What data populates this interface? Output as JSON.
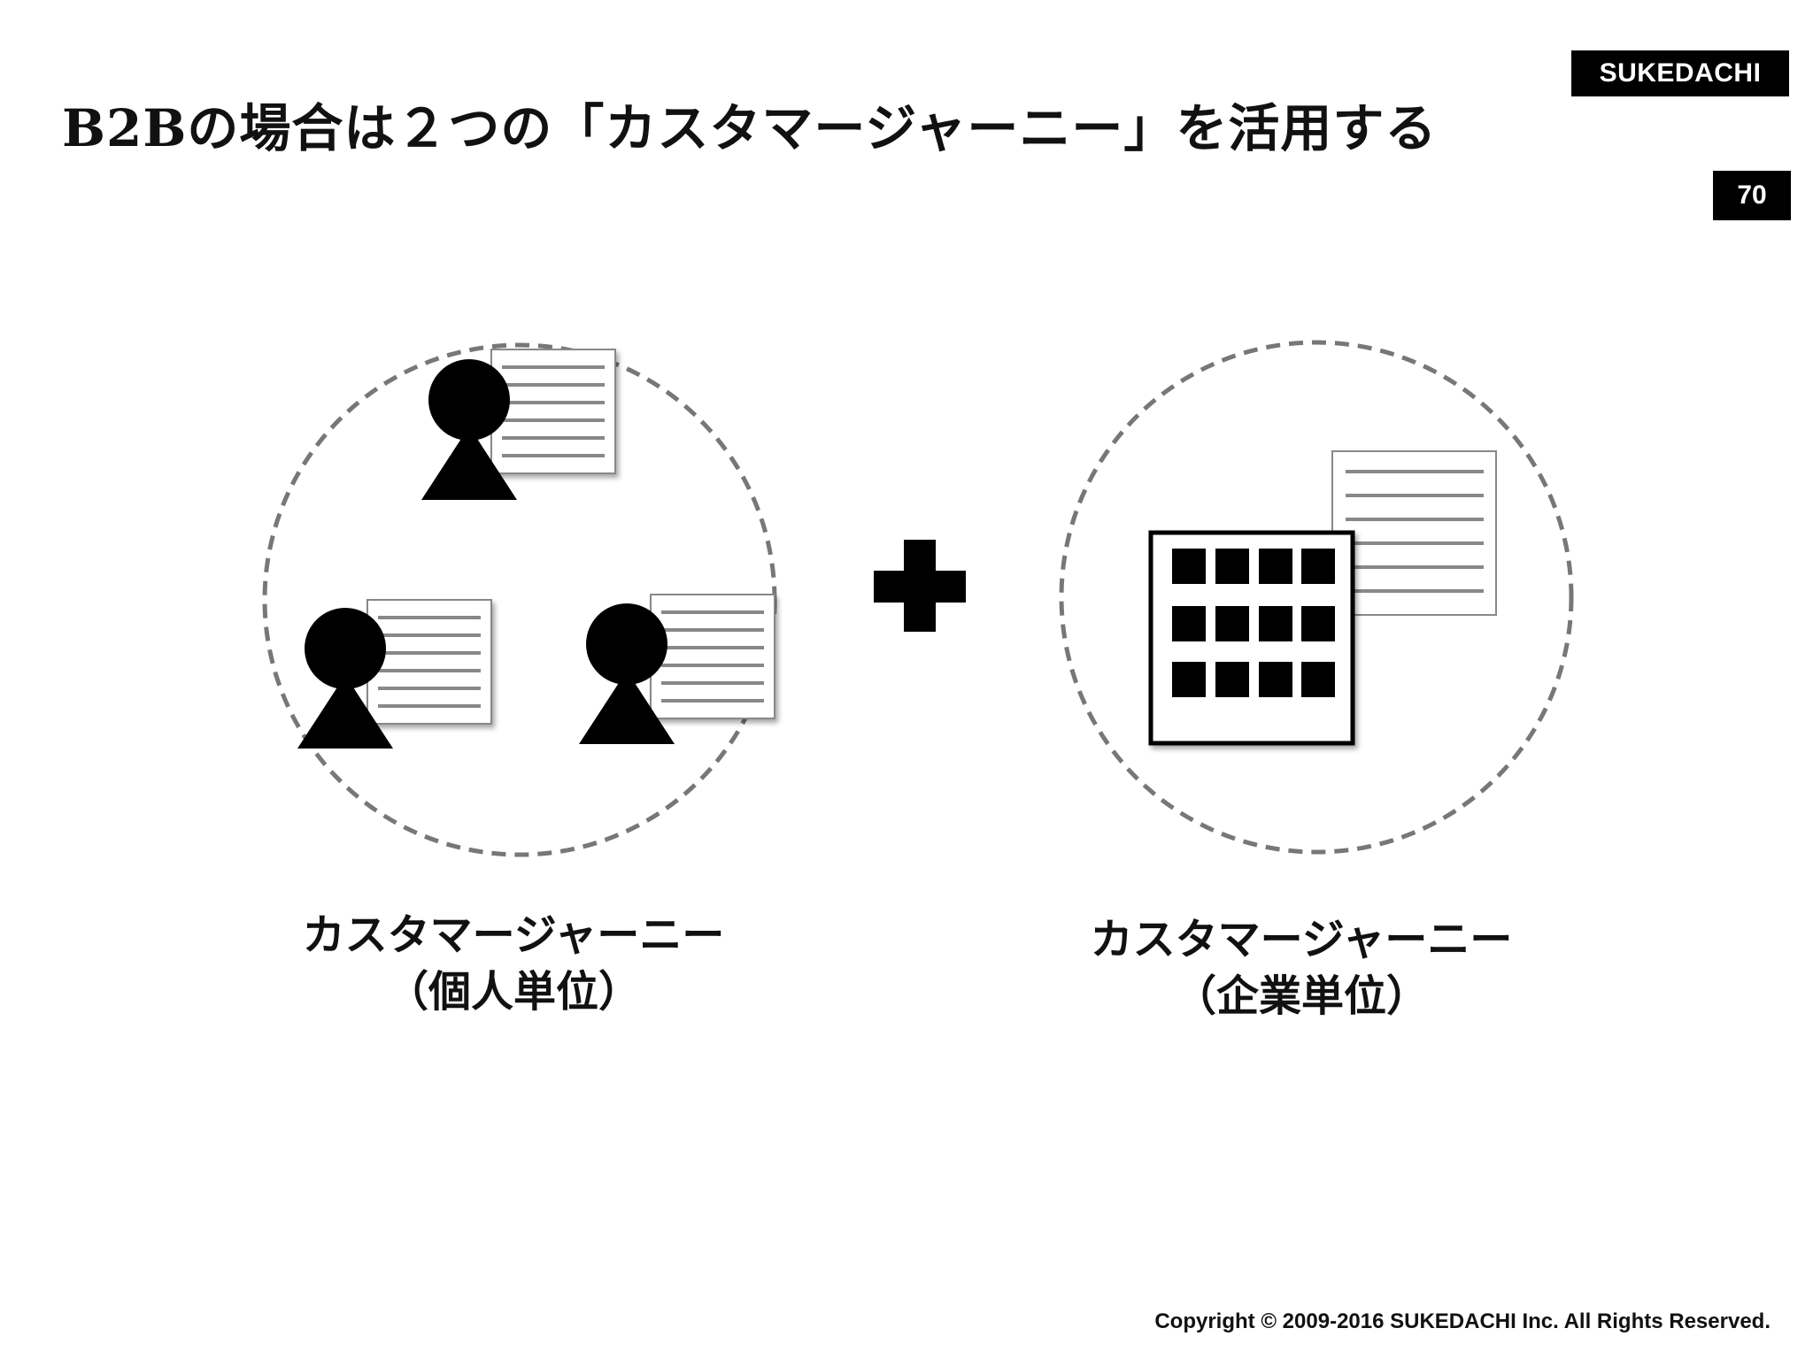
{
  "header": {
    "title": "B2Bの場合は２つの「カスタマージャーニー」を活用する",
    "brand": "SUKEDACHI",
    "page_number": "70"
  },
  "diagram": {
    "plus_symbol": "plus-icon",
    "left_group": {
      "icon": "people-with-documents-icon",
      "caption_line1": "カスタマージャーニー",
      "caption_line2": "（個人単位）"
    },
    "right_group": {
      "icon": "building-with-document-icon",
      "caption_line1": "カスタマージャーニー",
      "caption_line2": "（企業単位）"
    }
  },
  "footer": {
    "copyright": "Copyright © 2009-2016 SUKEDACHI Inc. All Rights Reserved."
  }
}
